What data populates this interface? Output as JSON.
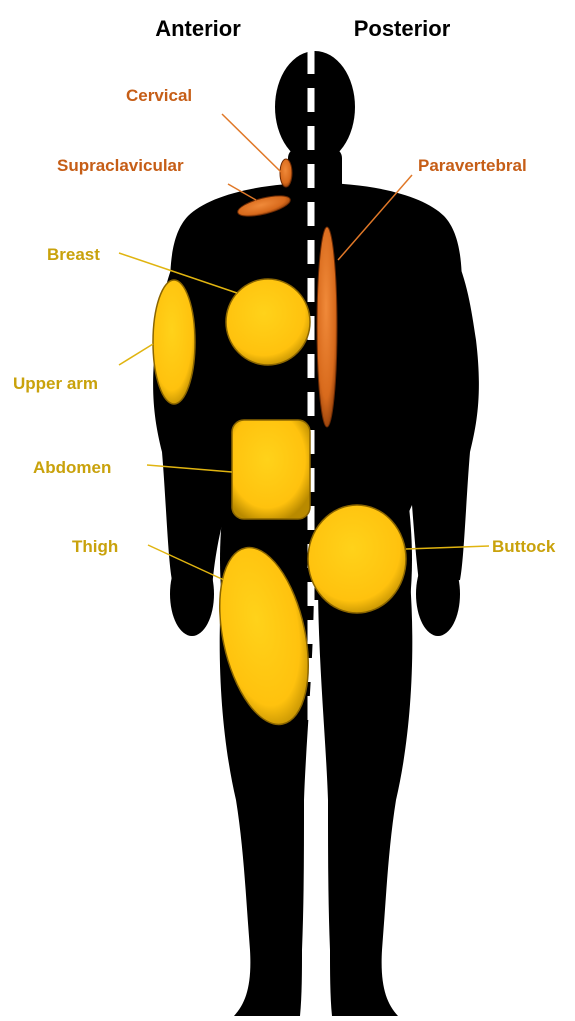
{
  "headings": {
    "anterior": "Anterior",
    "posterior": "Posterior"
  },
  "labels": {
    "cervical": "Cervical",
    "supraclavicular": "Supraclavicular",
    "paravertebral": "Paravertebral",
    "breast": "Breast",
    "upper_arm": "Upper arm",
    "abdomen": "Abdomen",
    "thigh": "Thigh",
    "buttock": "Buttock"
  },
  "colors": {
    "silhouette": "#000000",
    "midline": "#ffffff",
    "orange_label": "#c65e17",
    "gold_label": "#c9a20c",
    "orange_region": "#d86a1c",
    "gold_region": "#ffc20e"
  }
}
